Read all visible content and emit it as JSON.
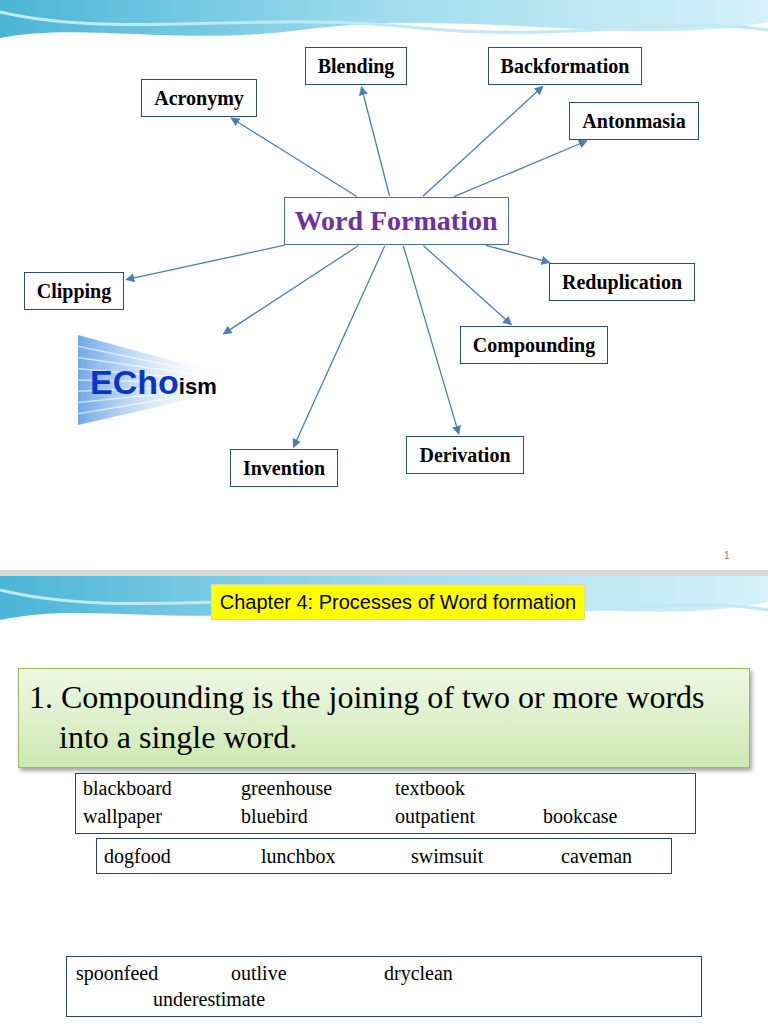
{
  "diagram": {
    "nodes": [
      {
        "text": [
          "Blending"
        ]
      },
      {
        "text": [
          "Backformation"
        ]
      },
      {
        "text": [
          "Acronymy"
        ]
      },
      {
        "text": [
          "Antonmasia"
        ]
      },
      {
        "text": [
          "Word Formation"
        ]
      },
      {
        "text": [
          "Reduplication"
        ]
      },
      {
        "text": [
          "Clipping"
        ]
      },
      {
        "text": [
          "Compounding"
        ]
      },
      {
        "text": [
          "ECho",
          "ism"
        ]
      },
      {
        "text": [
          "Derivation"
        ]
      },
      {
        "text": [
          "Invention"
        ]
      },
      {
        "text": [
          "Chapter 4: Processes of Word formation"
        ]
      },
      {
        "text": [
          "1. Compounding is the joining of two or more words into a single word."
        ]
      },
      {
        "text": [
          "blackboard",
          "greenhouse",
          "textbook",
          "wallpaper",
          "bluebird",
          "outpatient",
          "bookcase"
        ]
      },
      {
        "text": [
          "dogfood",
          "lunchbox",
          "swimsuit",
          "caveman"
        ]
      },
      {
        "text": [
          "spoonfeed",
          "outlive",
          "dryclean",
          "underestimate"
        ]
      }
    ],
    "edges": [
      {
        "from": 4,
        "to": 0,
        "arrow": "to"
      },
      {
        "from": 4,
        "to": 1,
        "arrow": "to"
      },
      {
        "from": 4,
        "to": 2,
        "arrow": "to"
      },
      {
        "from": 4,
        "to": 3,
        "arrow": "to"
      },
      {
        "from": 4,
        "to": 5,
        "arrow": "to"
      },
      {
        "from": 4,
        "to": 6,
        "arrow": "to"
      },
      {
        "from": 4,
        "to": 7,
        "arrow": "to"
      },
      {
        "from": 4,
        "to": 8,
        "arrow": "to"
      },
      {
        "from": 4,
        "to": 9,
        "arrow": "to"
      },
      {
        "from": 4,
        "to": 10,
        "arrow": "to"
      }
    ],
    "labels": [
      "1"
    ]
  }
}
